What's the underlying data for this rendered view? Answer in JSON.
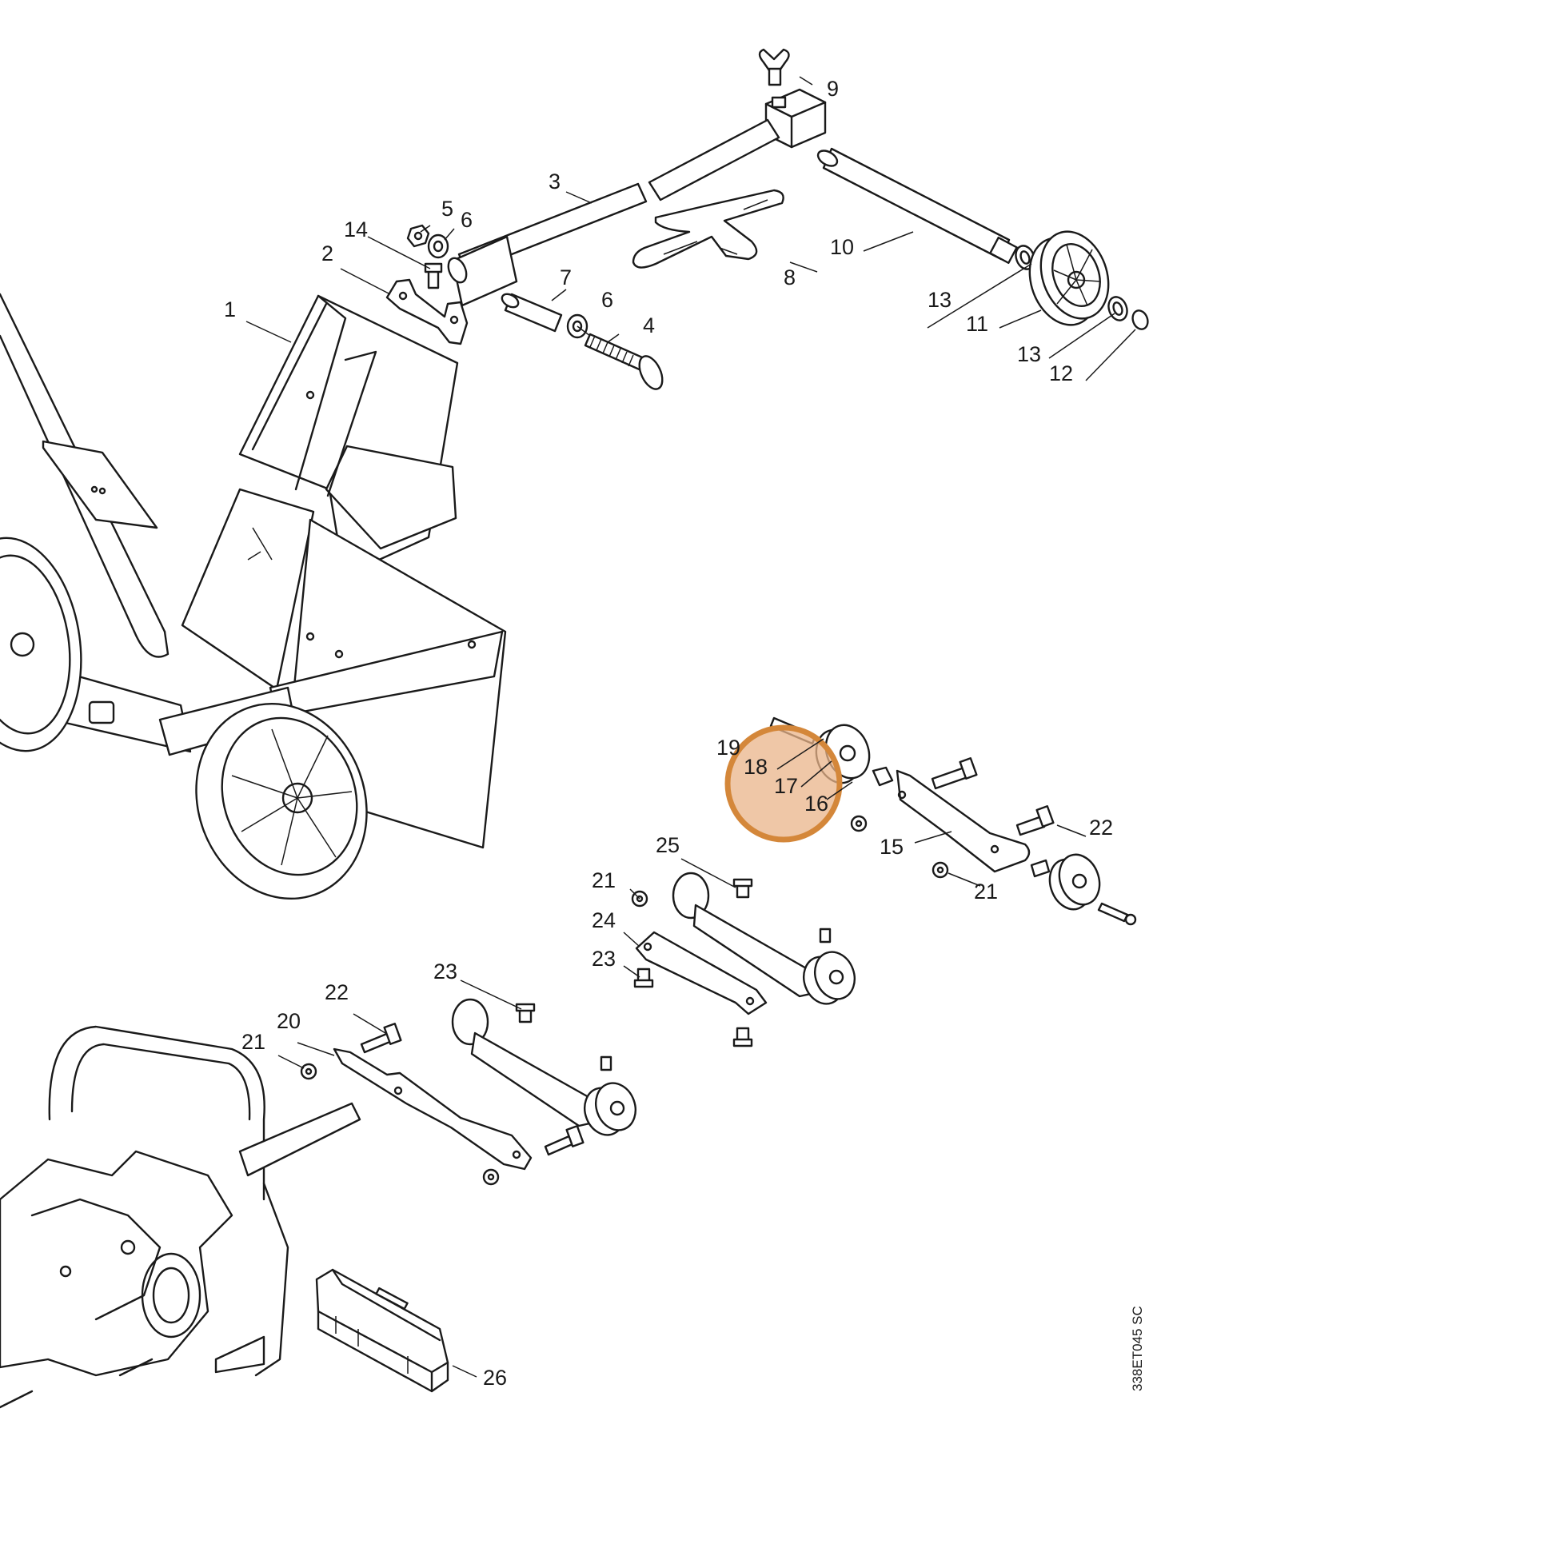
{
  "drawing_code": "338ET045 SC",
  "highlight": {
    "color": "#d4873a",
    "fill": "#e9b48a"
  },
  "callouts": {
    "p1": "1",
    "p2": "2",
    "p3": "3",
    "p4": "4",
    "p5": "5",
    "p6a": "6",
    "p6b": "6",
    "p7": "7",
    "p8": "8",
    "p9": "9",
    "p10": "10",
    "p11": "11",
    "p12": "12",
    "p13a": "13",
    "p13b": "13",
    "p14": "14",
    "p15": "15",
    "p16": "16",
    "p17": "17",
    "p18": "18",
    "p19": "19",
    "p20": "20",
    "p21a": "21",
    "p21b": "21",
    "p21c": "21",
    "p22a": "22",
    "p22b": "22",
    "p23a": "23",
    "p23b": "23",
    "p24": "24",
    "p25": "25",
    "p26": "26"
  }
}
